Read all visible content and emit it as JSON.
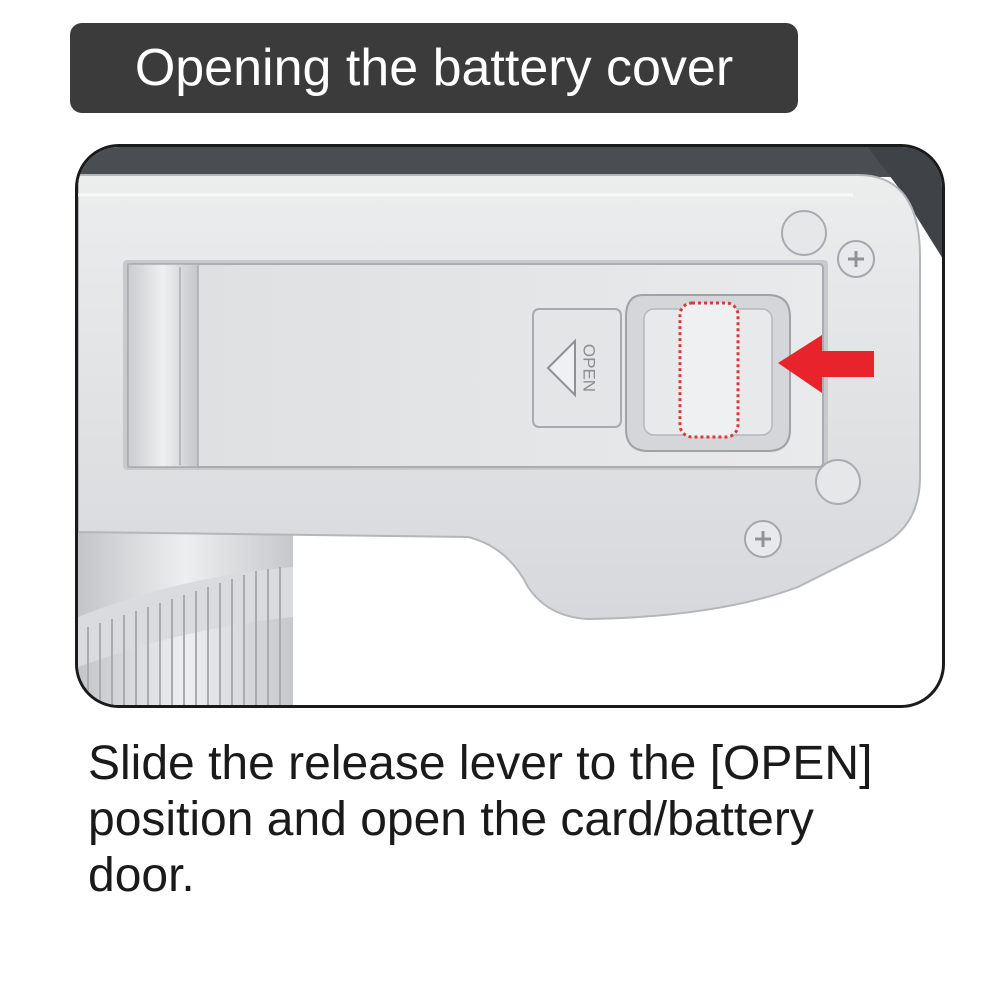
{
  "header": {
    "title": "Opening the battery cover"
  },
  "illustration": {
    "lever_marking": "OPEN",
    "colors": {
      "body": "#e2e3e5",
      "body_shadow": "#b9bbbf",
      "dark_top": "#4a4d52",
      "arrow": "#e8232b",
      "highlight_dots": "#d93a3a"
    },
    "icons": [
      "release-arrow-icon",
      "screw-icon",
      "triangle-up-icon"
    ]
  },
  "caption": {
    "line1": "Slide the release lever to the [OPEN]",
    "line2": "position and open the card/battery",
    "line3": "door."
  }
}
